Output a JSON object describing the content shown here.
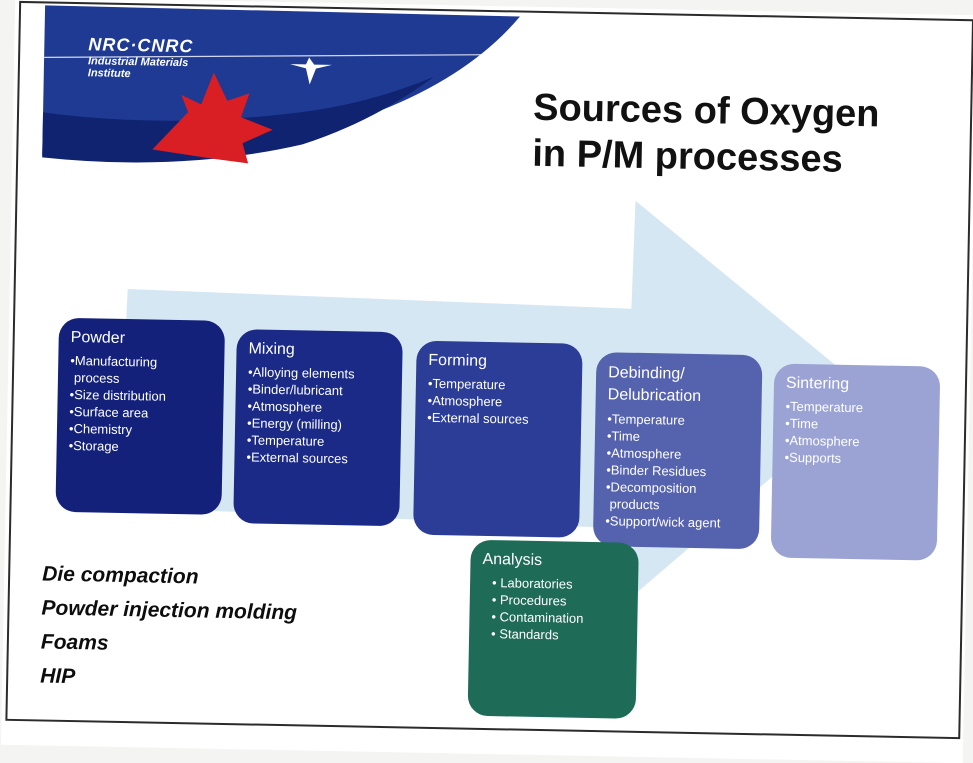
{
  "logo": {
    "mark": "NRC·CNRC",
    "subtitle": "Industrial Materials Institute"
  },
  "title": {
    "line1": "Sources of Oxygen",
    "line2": "in P/M processes"
  },
  "steps": [
    {
      "title": "Powder",
      "items": [
        "•Manufacturing",
        "process",
        "•Size distribution",
        "•Surface area",
        "•Chemistry",
        "•Storage"
      ]
    },
    {
      "title": "Mixing",
      "items": [
        "•Alloying elements",
        "•Binder/lubricant",
        "•Atmosphere",
        "•Energy (milling)",
        "•Temperature",
        "•External sources"
      ]
    },
    {
      "title": "Forming",
      "items": [
        "•Temperature",
        "•Atmosphere",
        "•External sources"
      ]
    },
    {
      "title_line1": "Debinding/",
      "title_line2": "Delubrication",
      "items": [
        "•Temperature",
        "•Time",
        "•Atmosphere",
        "•Binder Residues",
        "•Decomposition",
        "products",
        "•Support/wick agent"
      ]
    },
    {
      "title": "Sintering",
      "items": [
        "•Temperature",
        "•Time",
        "•Atmosphere",
        "•Supports"
      ]
    }
  ],
  "analysis": {
    "title": "Analysis",
    "items": [
      "Laboratories",
      "Procedures",
      "Contamination",
      "Standards"
    ]
  },
  "processes": [
    "Die compaction",
    "Powder injection molding",
    "Foams",
    "HIP"
  ],
  "colors": {
    "banner_blue": "#1f3a93",
    "maple_red": "#d91e24",
    "arrow": "#cfe3f2",
    "analysis_green": "#1e6b58"
  }
}
